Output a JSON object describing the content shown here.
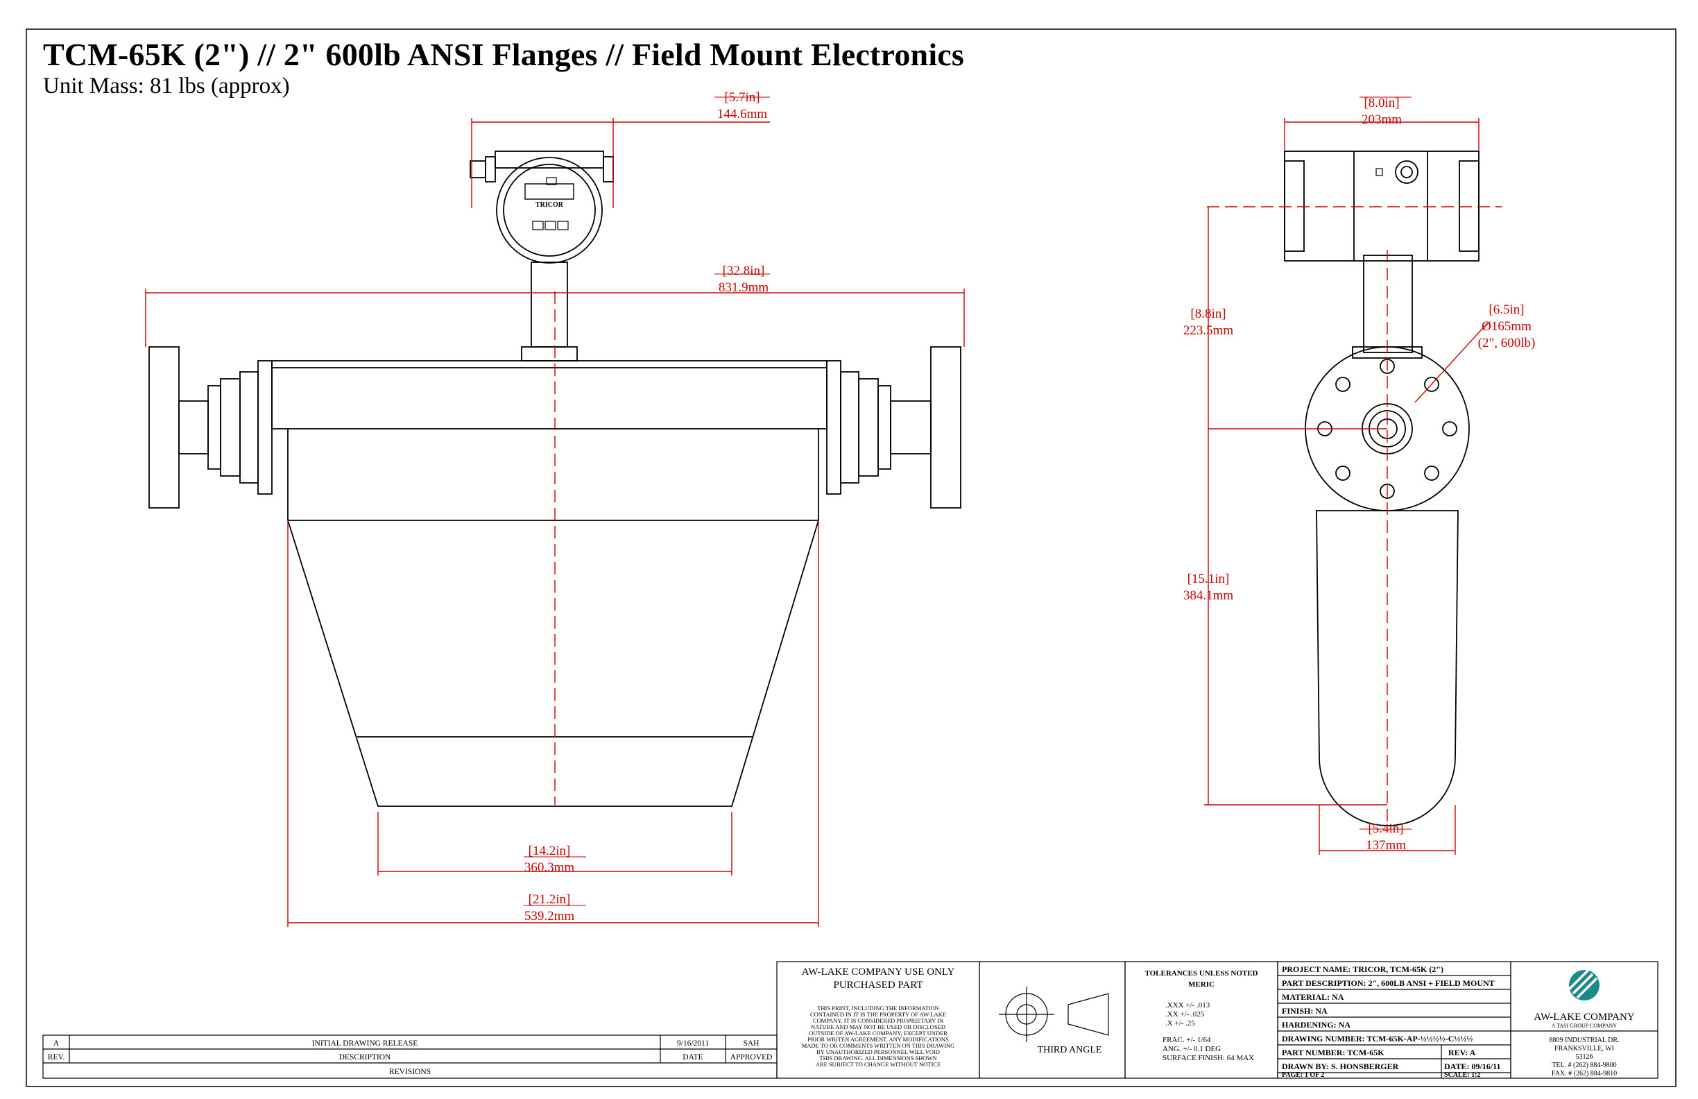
{
  "title": "TCM-65K (2\") // 2\" 600lb ANSI Flanges // Field Mount Electronics",
  "subtitle": "Unit Mass: 81 lbs (approx)",
  "dimensions": {
    "flow_width": {
      "in": "[5.7in]",
      "mm": "144.6mm"
    },
    "overall_length": {
      "in": "[32.8in]",
      "mm": "831.9mm"
    },
    "bottom_width": {
      "in": "[14.2in]",
      "mm": "360.3mm"
    },
    "housing_width": {
      "in": "[21.2in]",
      "mm": "539.2mm"
    },
    "side_top": {
      "in": "[8.0in]",
      "mm": "203mm"
    },
    "side_upper_height": {
      "in": "[8.8in]",
      "mm": "223.5mm"
    },
    "side_lower_height": {
      "in": "[15.1in]",
      "mm": "384.1mm"
    },
    "flange_dia": {
      "in": "[6.5in]",
      "mm": "Ø165mm",
      "note": "(2\", 600lb)"
    },
    "side_bottom": {
      "in": "[5.4in]",
      "mm": "137mm"
    }
  },
  "electronics_label": "TRICOR",
  "revisions": {
    "row": {
      "rev": "A",
      "description": "INITIAL DRAWING RELEASE",
      "date": "9/16/2011",
      "approved": "SAH"
    },
    "headers": {
      "rev": "REV.",
      "description": "DESCRIPTION",
      "date": "DATE",
      "approved": "APPROVED"
    },
    "caption": "REVISIONS"
  },
  "use_only": {
    "heading_1": "AW-LAKE COMPANY USE ONLY",
    "heading_2": "PURCHASED PART",
    "body": [
      "THIS PRINT, INCLUDING THE INFORMATION",
      "CONTAINED IN IT IS THE PROPERTY OF AW-LAKE",
      "COMPANY. IT IS CONSIDERED PROPRIETARY IN",
      "NATURE AND MAY NOT BE USED OR DISCLOSED",
      "OUTSIDE OF AW-LAKE COMPANY, EXCEPT UNDER",
      "PRIOR WRITEN AGREEMENT. ANY MODIFICATIONS",
      "MADE TO OR COMMENTS WRITTEN ON THIS DRAWING",
      "BY UNAUTHORIZED PERSONNEL WILL VOID",
      "THIS DRAWING. ALL DIMENSIONS SHOWN",
      "ARE SUBJECT TO CHANGE WITHOUT NOTICE"
    ]
  },
  "projection": "THIRD ANGLE",
  "tolerances": {
    "heading_1": "TOLERANCES UNLESS NOTED",
    "heading_2": "MERIC",
    "lines": [
      ".XXX +/- .013",
      ".XX +/- .025",
      ".X +/- .25"
    ],
    "frac": "FRAC.  +/-  1/64",
    "ang": "ANG.  +/-  0.1 DEG",
    "finish": "SURFACE FINISH: 64 MAX"
  },
  "info": {
    "project": "PROJECT NAME:  TRICOR, TCM-65K (2\")",
    "part_desc": "PART DESCRIPTION:  2\", 600LB ANSI + FIELD MOUNT",
    "material": "MATERIAL:  NA",
    "finish": "FINISH:  NA",
    "hardening": "HARDENING:  NA",
    "drawing_number": "DRAWING NUMBER:  TCM-65K-AP-½½½½-C½½½",
    "part_number": "PART NUMBER:  TCM-65K",
    "rev": "REV: A",
    "drawn_by": "DRAWN BY:  S. HONSBERGER",
    "date": "DATE: 09/16/11",
    "page": "PAGE: 1 OF 2",
    "scale": "SCALE: 1:2"
  },
  "company": {
    "name": "AW-LAKE COMPANY",
    "tagline": "A TASI GROUP COMPANY",
    "address_1": "8809 INDUSTRIAL DR.",
    "address_2": "FRANKSVILLE, WI",
    "address_3": "53126",
    "tel": "TEL. # (262) 884-9800",
    "fax": "FAX. # (262) 884-9810"
  },
  "colors": {
    "dimension": "#d10000",
    "logo": "#1a8a8a"
  }
}
